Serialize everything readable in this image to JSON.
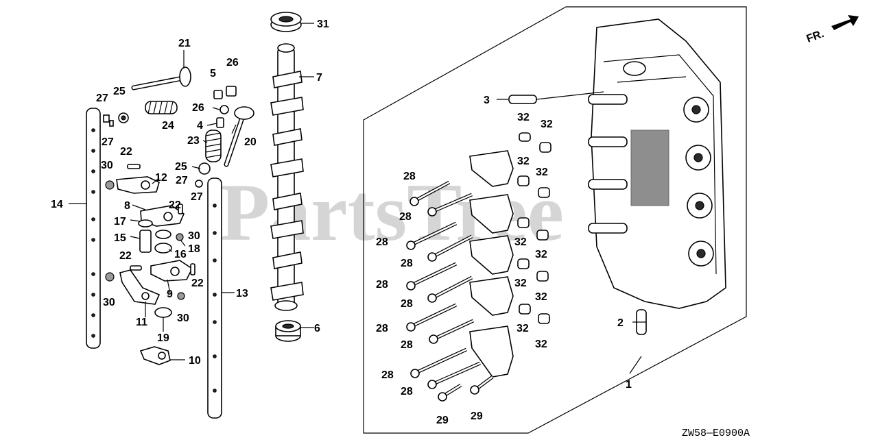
{
  "watermark": "PartsTree",
  "direction_label": "FR.",
  "diagram_code": "ZW58—E0900A",
  "callouts": [
    "1",
    "2",
    "3",
    "4",
    "5",
    "6",
    "7",
    "8",
    "9",
    "10",
    "11",
    "12",
    "13",
    "14",
    "15",
    "16",
    "17",
    "18",
    "19",
    "20",
    "21",
    "22",
    "23",
    "24",
    "25",
    "26",
    "27",
    "28",
    "29",
    "30",
    "31",
    "32"
  ],
  "colors": {
    "ink": "#000000",
    "watermark": "#c8c8c8",
    "paper": "#ffffff"
  }
}
